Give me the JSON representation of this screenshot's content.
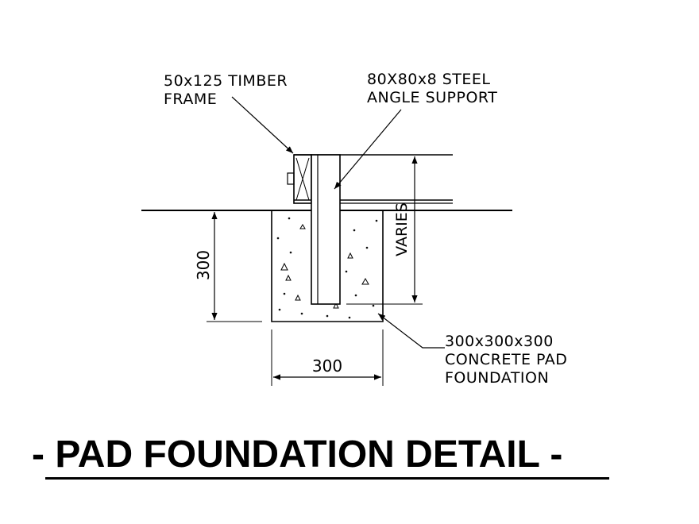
{
  "title": "- PAD FOUNDATION DETAIL -",
  "labels": {
    "timber": [
      "50x125 TIMBER",
      "FRAME"
    ],
    "steel": [
      "80X80x8 STEEL",
      "ANGLE SUPPORT"
    ],
    "concrete": [
      "300x300x300",
      "CONCRETE PAD",
      "FOUNDATION"
    ]
  },
  "dimensions": {
    "depth": "300",
    "width": "300",
    "varies": "VARIES"
  },
  "colors": {
    "line": "#000000",
    "background": "#ffffff"
  }
}
